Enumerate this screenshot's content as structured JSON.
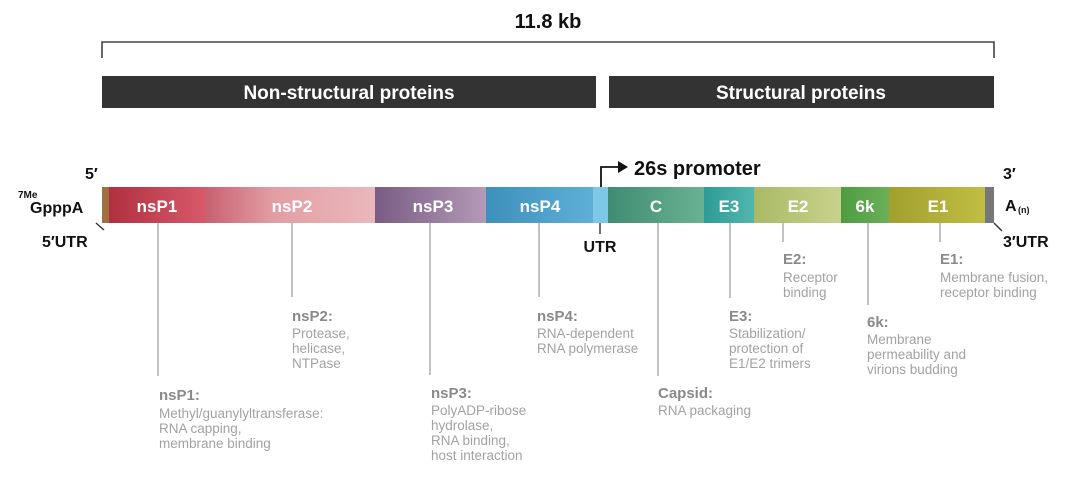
{
  "genome_length": "11.8 kb",
  "groups": {
    "nonstructural": "Non-structural proteins",
    "structural": "Structural proteins"
  },
  "ends": {
    "five_prime": "5′",
    "three_prime": "3′",
    "cap_superscript": "7Me",
    "cap": "GpppA",
    "polyA": "A",
    "polyA_subscript": "(n)",
    "utr5": "5′UTR",
    "utr_mid": "UTR",
    "utr3": "3′UTR"
  },
  "promoter": "26s promoter",
  "segments": {
    "nsp1": "nsP1",
    "nsp2": "nsP2",
    "nsp3": "nsP3",
    "nsp4": "nsP4",
    "c": "C",
    "e3": "E3",
    "e2": "E2",
    "k6": "6k",
    "e1": "E1"
  },
  "annotations": {
    "nsp1": {
      "title": "nsP1:",
      "lines": [
        "Methyl/guanylyltransferase:",
        "RNA capping,",
        "membrane binding"
      ]
    },
    "nsp2": {
      "title": "nsP2:",
      "lines": [
        "Protease,",
        "helicase,",
        "NTPase"
      ]
    },
    "nsp3": {
      "title": "nsP3:",
      "lines": [
        "PolyADP-ribose",
        "hydrolase,",
        "RNA binding,",
        "host interaction"
      ]
    },
    "nsp4": {
      "title": "nsP4:",
      "lines": [
        "RNA-dependent",
        "RNA polymerase"
      ]
    },
    "capsid": {
      "title": "Capsid:",
      "lines": [
        "RNA packaging"
      ]
    },
    "e3": {
      "title": "E3:",
      "lines": [
        "Stabilization/",
        "protection of",
        "E1/E2 trimers"
      ]
    },
    "e2": {
      "title": "E2:",
      "lines": [
        "Receptor",
        "binding"
      ]
    },
    "k6": {
      "title": "6k:",
      "lines": [
        "Membrane",
        "permeability and",
        "virions budding"
      ]
    },
    "e1": {
      "title": "E1:",
      "lines": [
        "Membrane fusion,",
        "receptor binding"
      ]
    }
  },
  "colors": {
    "nsp1": "#c83a52",
    "nsp2": "#e09aa0",
    "nsp3": "#8f6e96",
    "nsp4": "#4f9ec6",
    "c": "#4e9a7c",
    "e3": "#3aa6a0",
    "e2": "#b7c470",
    "k6": "#5aa54a",
    "e1": "#b0ae33",
    "header_bar": "#333333",
    "annotation_text": "#9e9e9e"
  }
}
